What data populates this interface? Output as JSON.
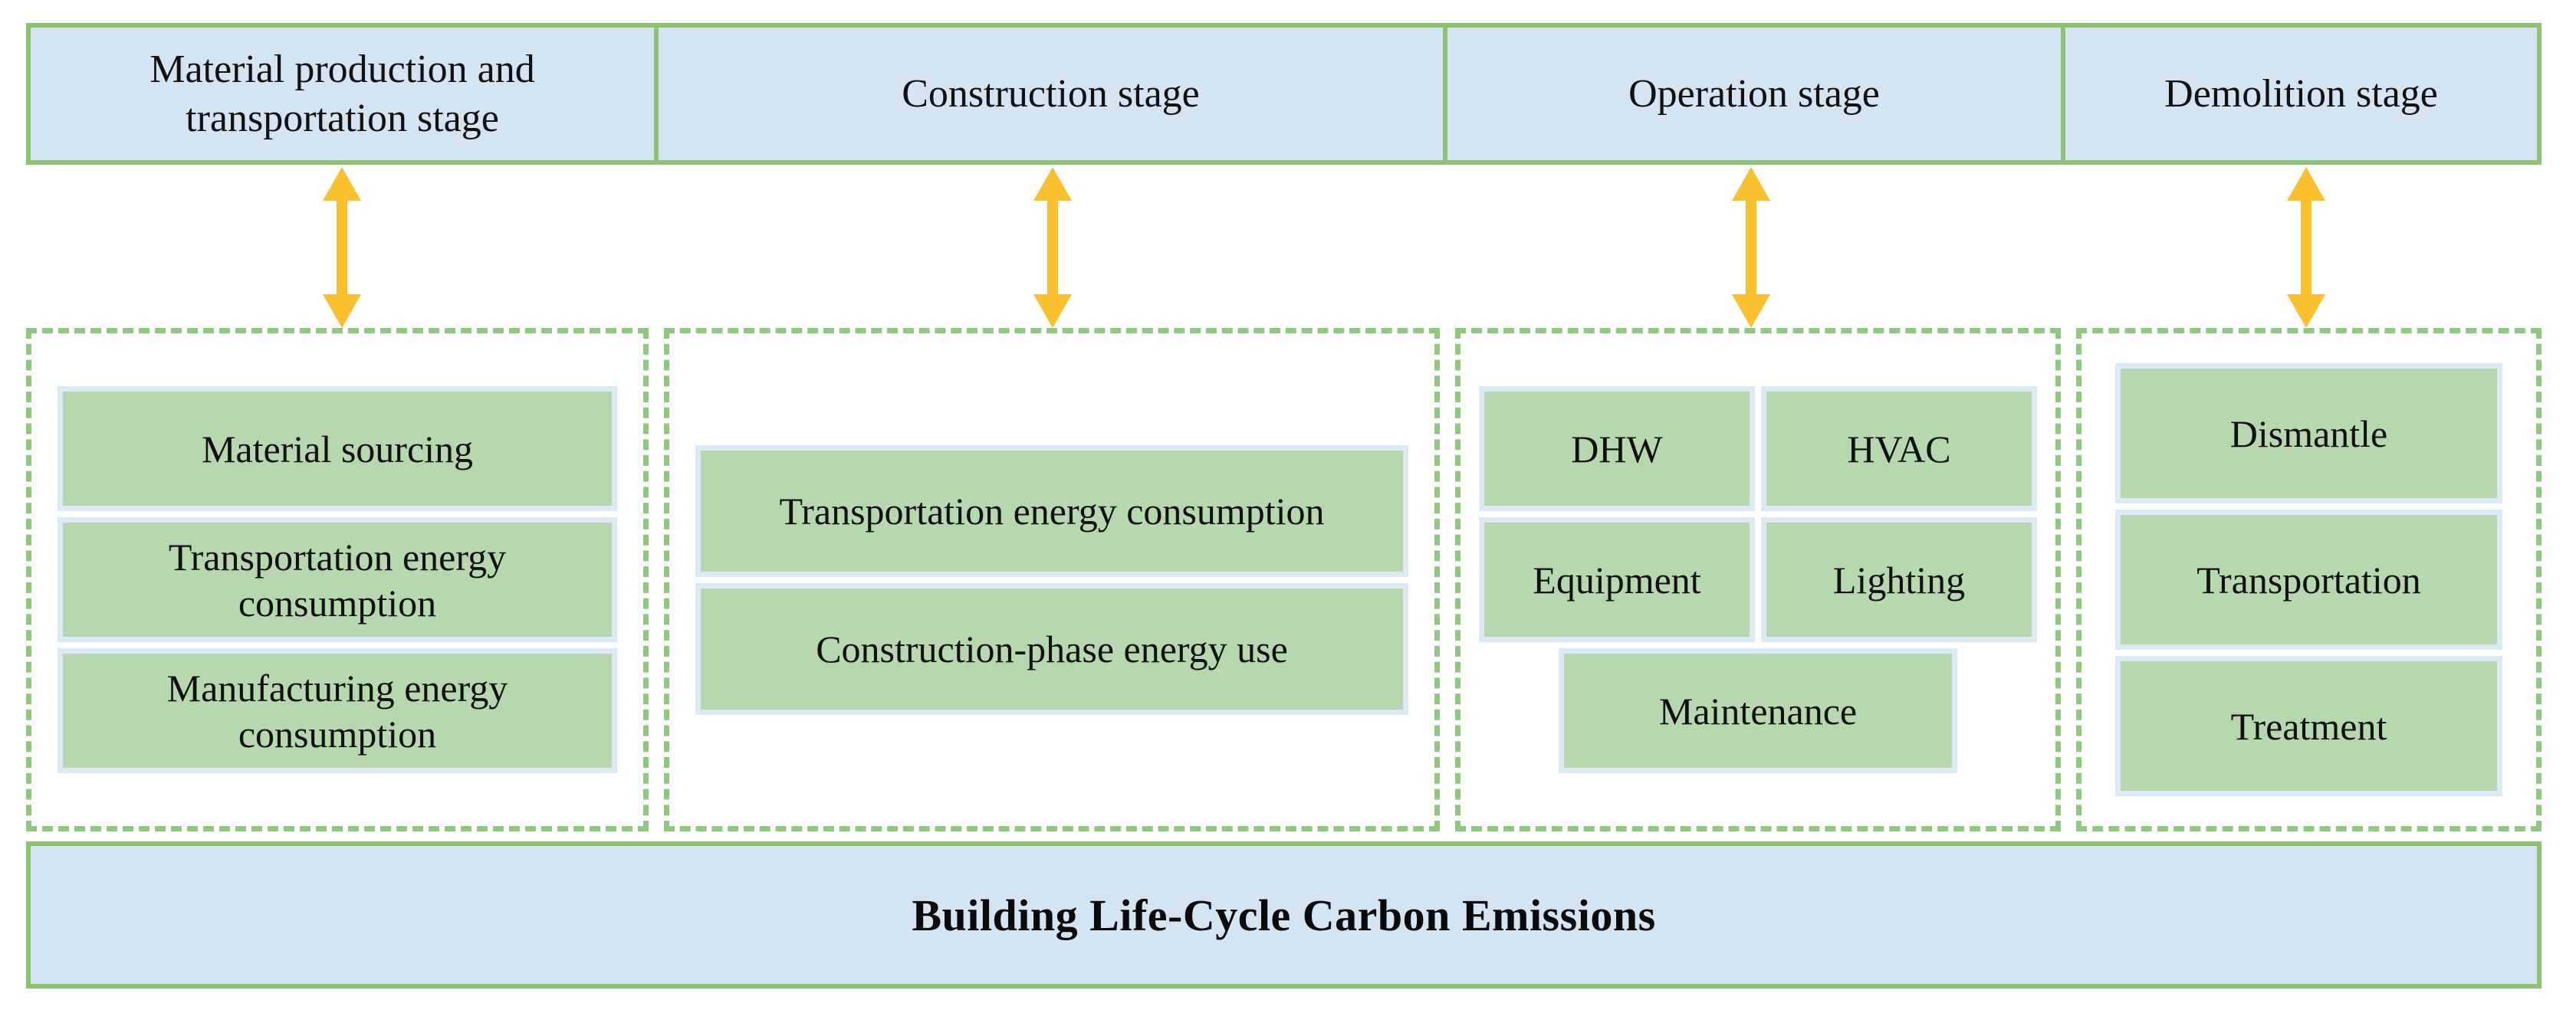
{
  "stages": {
    "items": [
      {
        "label": "Material production and transportation stage"
      },
      {
        "label": "Construction stage"
      },
      {
        "label": "Operation stage"
      },
      {
        "label": "Demolition stage"
      }
    ]
  },
  "connectors": {
    "icon": "double-headed-vertical-arrow",
    "color": "#FBC02D",
    "count": 4
  },
  "groups": [
    {
      "name": "material-production-and-transportation",
      "items": [
        "Material sourcing",
        "Transportation energy consumption",
        "Manufacturing energy consumption"
      ]
    },
    {
      "name": "construction",
      "items": [
        "Transportation energy consumption",
        "Construction-phase energy use"
      ]
    },
    {
      "name": "operation",
      "items": [
        "DHW",
        "HVAC",
        "Equipment",
        "Lighting",
        "Maintenance"
      ]
    },
    {
      "name": "demolition",
      "items": [
        "Dismantle",
        "Transportation",
        "Treatment"
      ]
    }
  ],
  "summary": {
    "label": "Building Life-Cycle Carbon Emissions"
  },
  "colors": {
    "stage_fill": "#D4E4F0",
    "stage_border": "#8CC272",
    "leaf_fill": "#B7D7AE",
    "leaf_border": "#DCEAF6",
    "group_dash": "#8FC980",
    "arrow": "#FBC02D",
    "page_background": "#FFFFFF"
  }
}
